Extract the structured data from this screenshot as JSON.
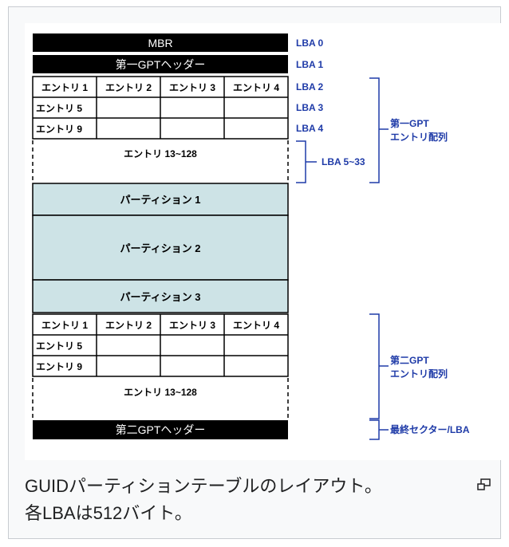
{
  "diagram": {
    "mbr": "MBR",
    "primary_header": "第一GPTヘッダー",
    "primary_entries": {
      "row1": [
        "エントリ 1",
        "エントリ 2",
        "エントリ 3",
        "エントリ 4"
      ],
      "row2": "エントリ 5",
      "row3": "エントリ 9",
      "rest": "エントリ 13~128"
    },
    "partitions": [
      "パーティション 1",
      "パーティション 2",
      "パーティション 3"
    ],
    "secondary_entries": {
      "row1": [
        "エントリ 1",
        "エントリ 2",
        "エントリ 3",
        "エントリ 4"
      ],
      "row2": "エントリ 5",
      "row3": "エントリ 9",
      "rest": "エントリ 13~128"
    },
    "secondary_header": "第二GPTヘッダー",
    "lba_labels": [
      "LBA 0",
      "LBA 1",
      "LBA 2",
      "LBA 3",
      "LBA 4"
    ],
    "lba_range_label": "LBA 5~33",
    "primary_array_label": [
      "第一GPT",
      "エントリ配列"
    ],
    "secondary_array_label": [
      "第二GPT",
      "エントリ配列"
    ],
    "last_sector_label": "最終セクター/LBA",
    "colors": {
      "black_block": "#000000",
      "partition": "#cde3e6",
      "label_blue": "#1f3ba8",
      "line": "#000000"
    }
  },
  "caption": {
    "line1": "GUIDパーティションテーブルのレイアウト。",
    "line2": "各LBAは512バイト。"
  },
  "enlarge_icon": "magnify-clip-icon"
}
